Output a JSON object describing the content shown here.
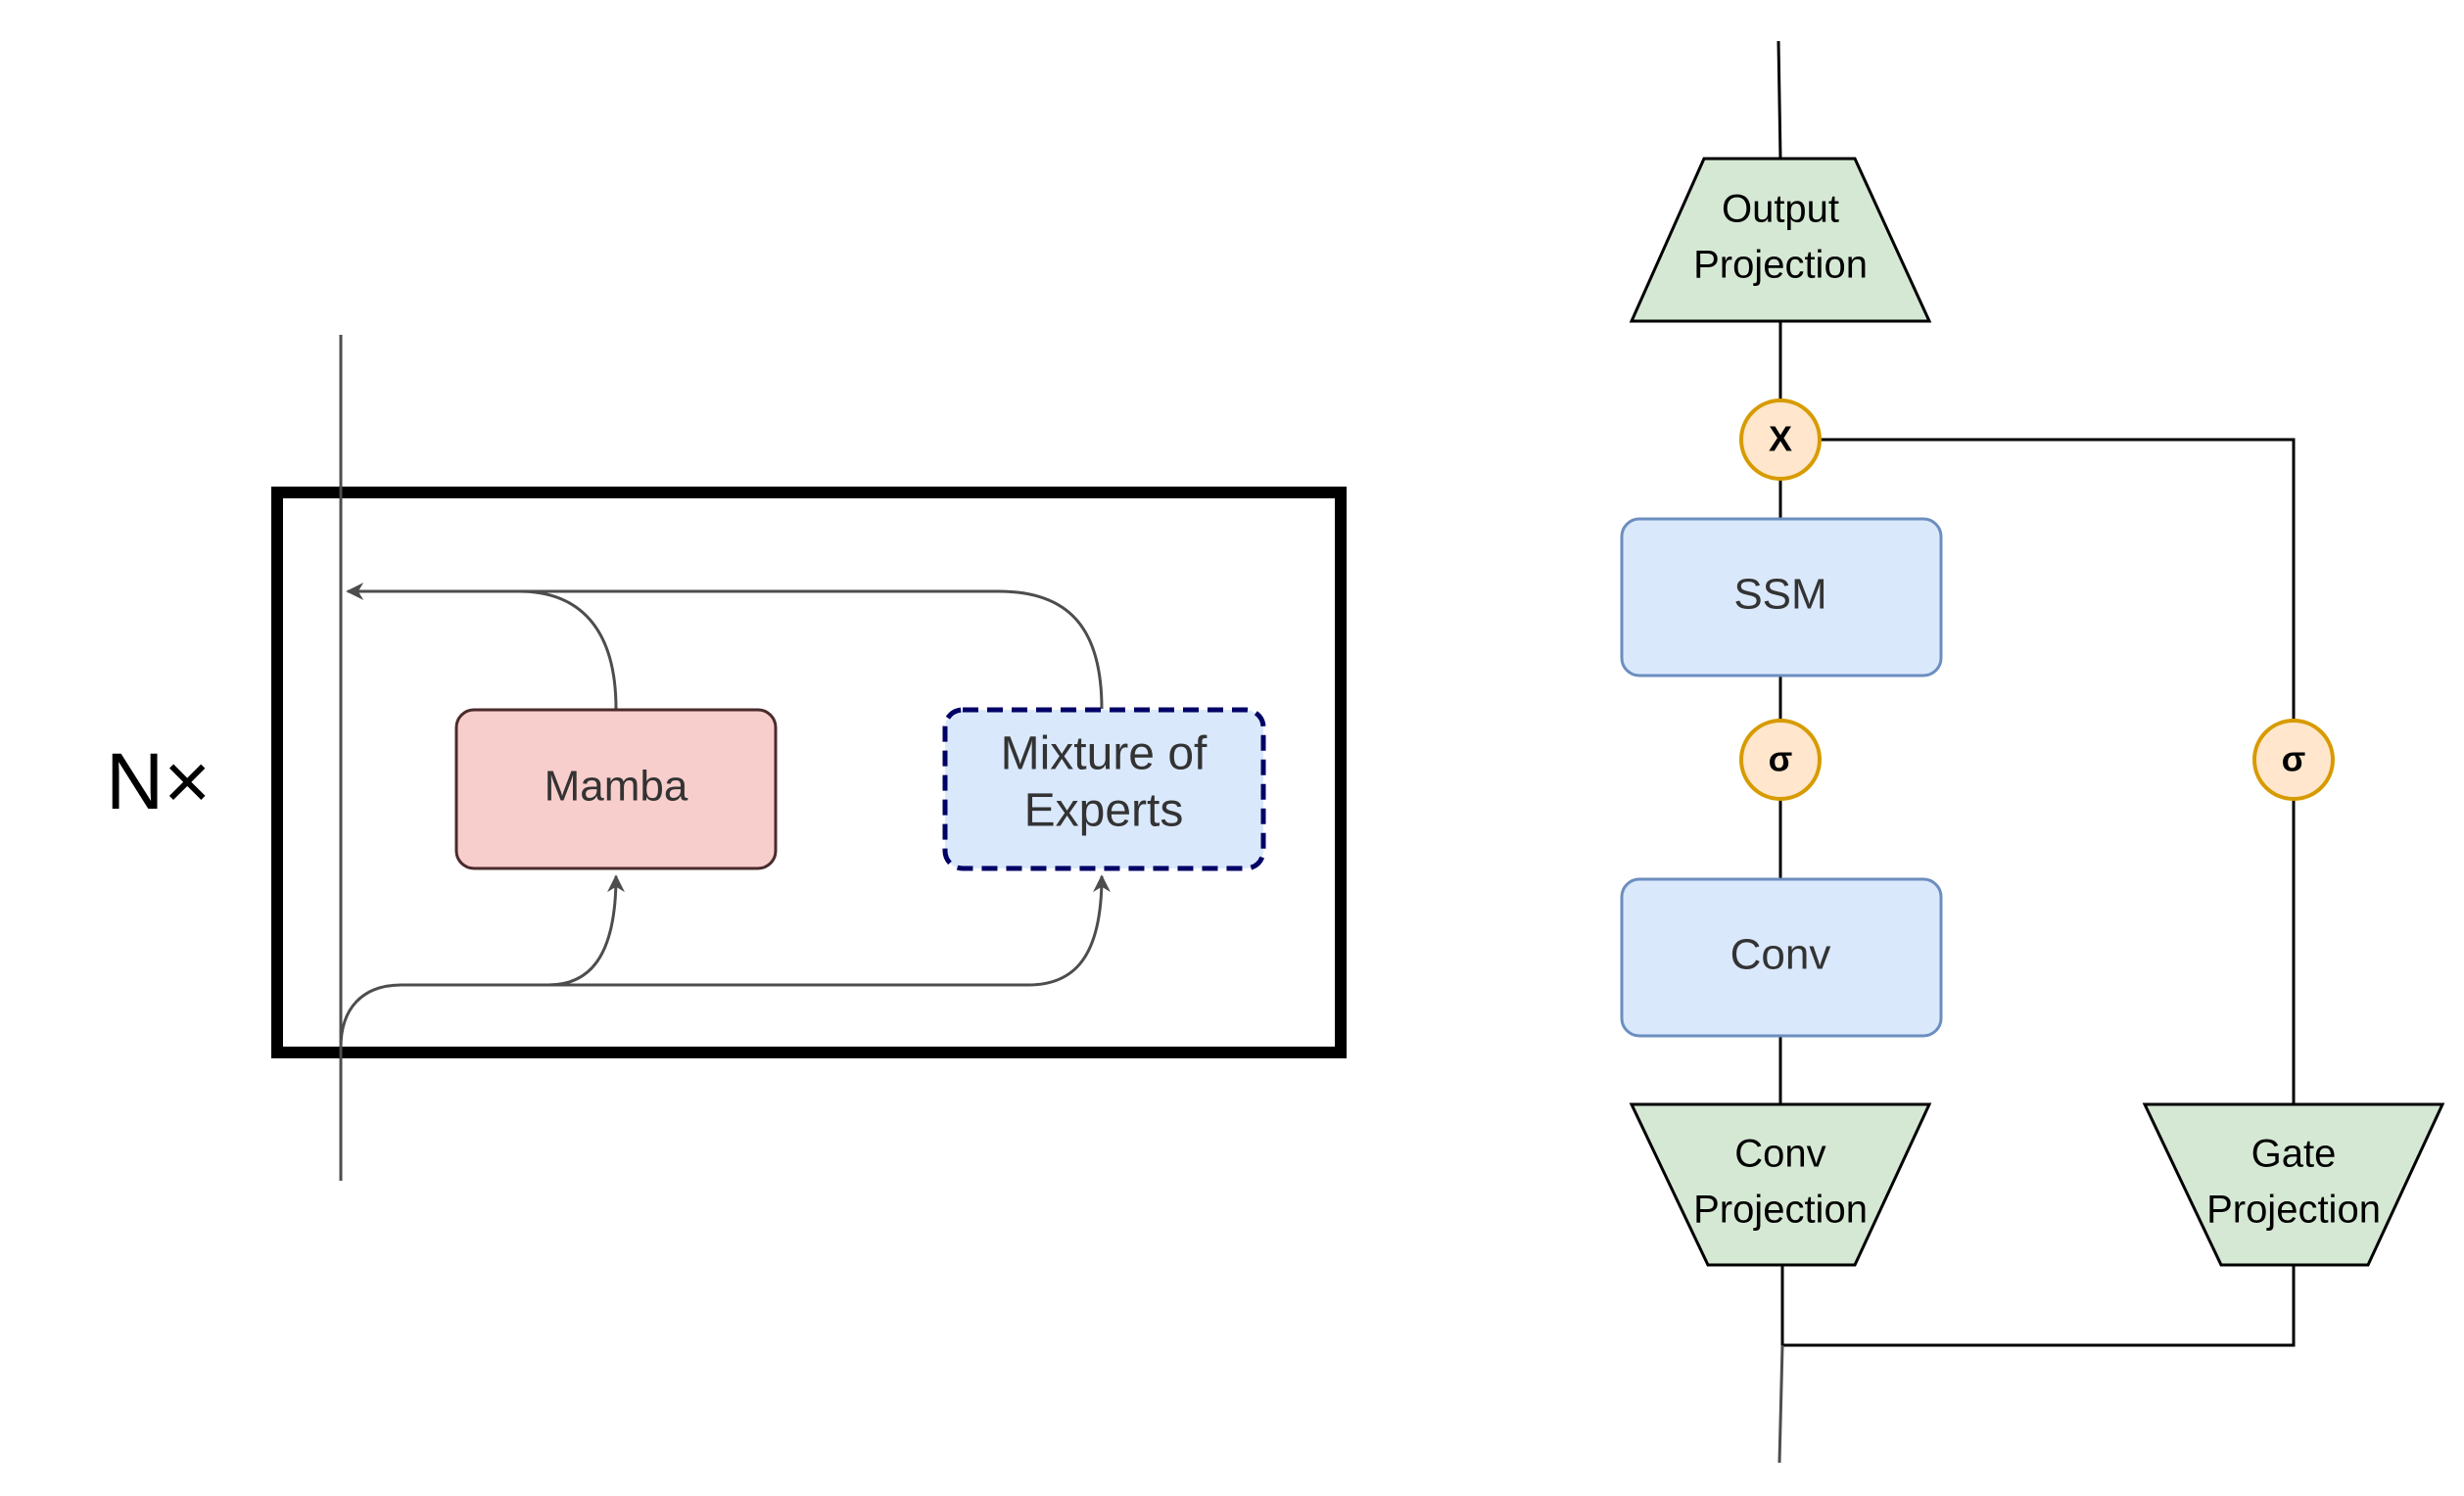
{
  "left_diagram": {
    "repeat_label": "N×",
    "mamba_label": "Mamba",
    "moe_label_line1": "Mixture of",
    "moe_label_line2": "Experts"
  },
  "right_diagram": {
    "output_projection_line1": "Output",
    "output_projection_line2": "Projection",
    "multiply_symbol": "X",
    "ssm_label": "SSM",
    "sigma_left": "σ",
    "sigma_right": "σ",
    "conv_label": "Conv",
    "conv_projection_line1": "Conv",
    "conv_projection_line2": "Projection",
    "gate_projection_line1": "Gate",
    "gate_projection_line2": "Projection"
  },
  "colors": {
    "mamba_fill": "#f8cecc",
    "mamba_stroke": "#4a2b2b",
    "moe_fill": "#dae8fc",
    "moe_stroke": "#000066",
    "block_fill": "#dae8fc",
    "block_stroke": "#6c8ebf",
    "projection_fill": "#d5e8d4",
    "operator_fill": "#ffe6cc",
    "operator_stroke": "#d79b00",
    "arrow": "#4d4d4d"
  }
}
